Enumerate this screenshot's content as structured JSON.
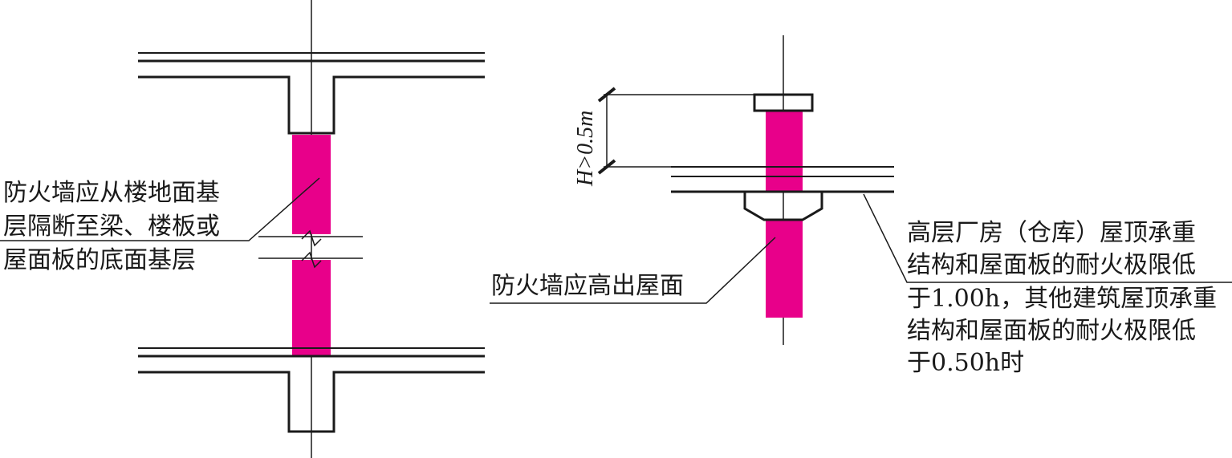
{
  "labels": {
    "left_note": [
      "防火墙应从楼地面基",
      "层隔断至梁、楼板或",
      "屋面板的底面基层"
    ],
    "middle_note": "防火墙应高出屋面",
    "right_note": [
      "高层厂房（仓库）屋顶承重",
      "结构和屋面板的耐火极限低",
      "于1.00h，其他建筑屋顶承重",
      "结构和屋面板的耐火极限低",
      "于0.50h时"
    ],
    "dimension": "H>0.5m"
  },
  "colors": {
    "firewall": "#e8008a",
    "line": "#1a1a1a",
    "background": "#ffffff"
  }
}
